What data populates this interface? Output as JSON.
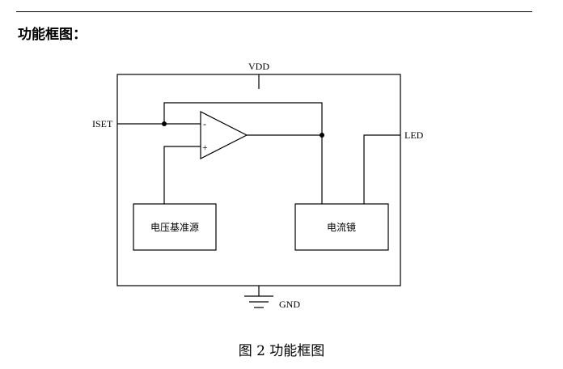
{
  "heading": "功能框图：",
  "caption": "图 2  功能框图",
  "pins": {
    "vdd": "VDD",
    "iset": "ISET",
    "led": "LED",
    "gnd": "GND"
  },
  "opamp": {
    "minus": "-",
    "plus": "+"
  },
  "blocks": {
    "voltage_reference": "电压基准源",
    "current_mirror": "电流镜"
  }
}
